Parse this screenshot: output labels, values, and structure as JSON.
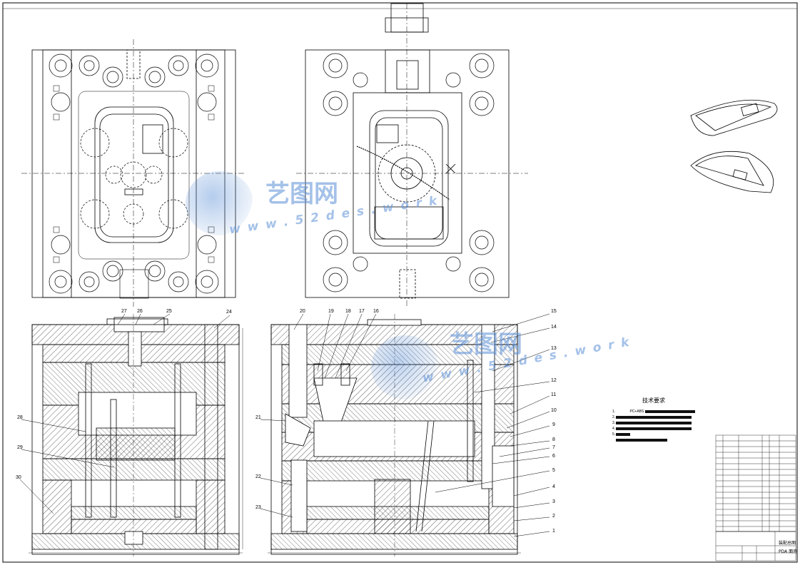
{
  "watermark": {
    "brand": "艺图网",
    "url_lower_left": "w w w . 5 2 d e s . w o r k",
    "url_section": "w w w . 5 2 d e s . w o r k"
  },
  "tech_notes": {
    "title": "技术要求",
    "items": [
      "1.",
      "2.",
      "3.",
      "4.",
      "5."
    ],
    "item1_suffix": "PC+ABS"
  },
  "part_callouts": {
    "left_section": [
      "27",
      "26",
      "25",
      "24",
      "28",
      "29",
      "30"
    ],
    "right_section": [
      "20",
      "19",
      "18",
      "17",
      "16",
      "15",
      "14",
      "13",
      "12",
      "11",
      "10",
      "9",
      "8",
      "7",
      "6",
      "5",
      "4",
      "3",
      "2",
      "1",
      "21",
      "22",
      "23"
    ]
  },
  "title_block": {
    "title": "PDA 面壳",
    "subtitle": "装配总图"
  },
  "colors": {
    "line": "#000000",
    "watermark": "#5b8fd6"
  }
}
